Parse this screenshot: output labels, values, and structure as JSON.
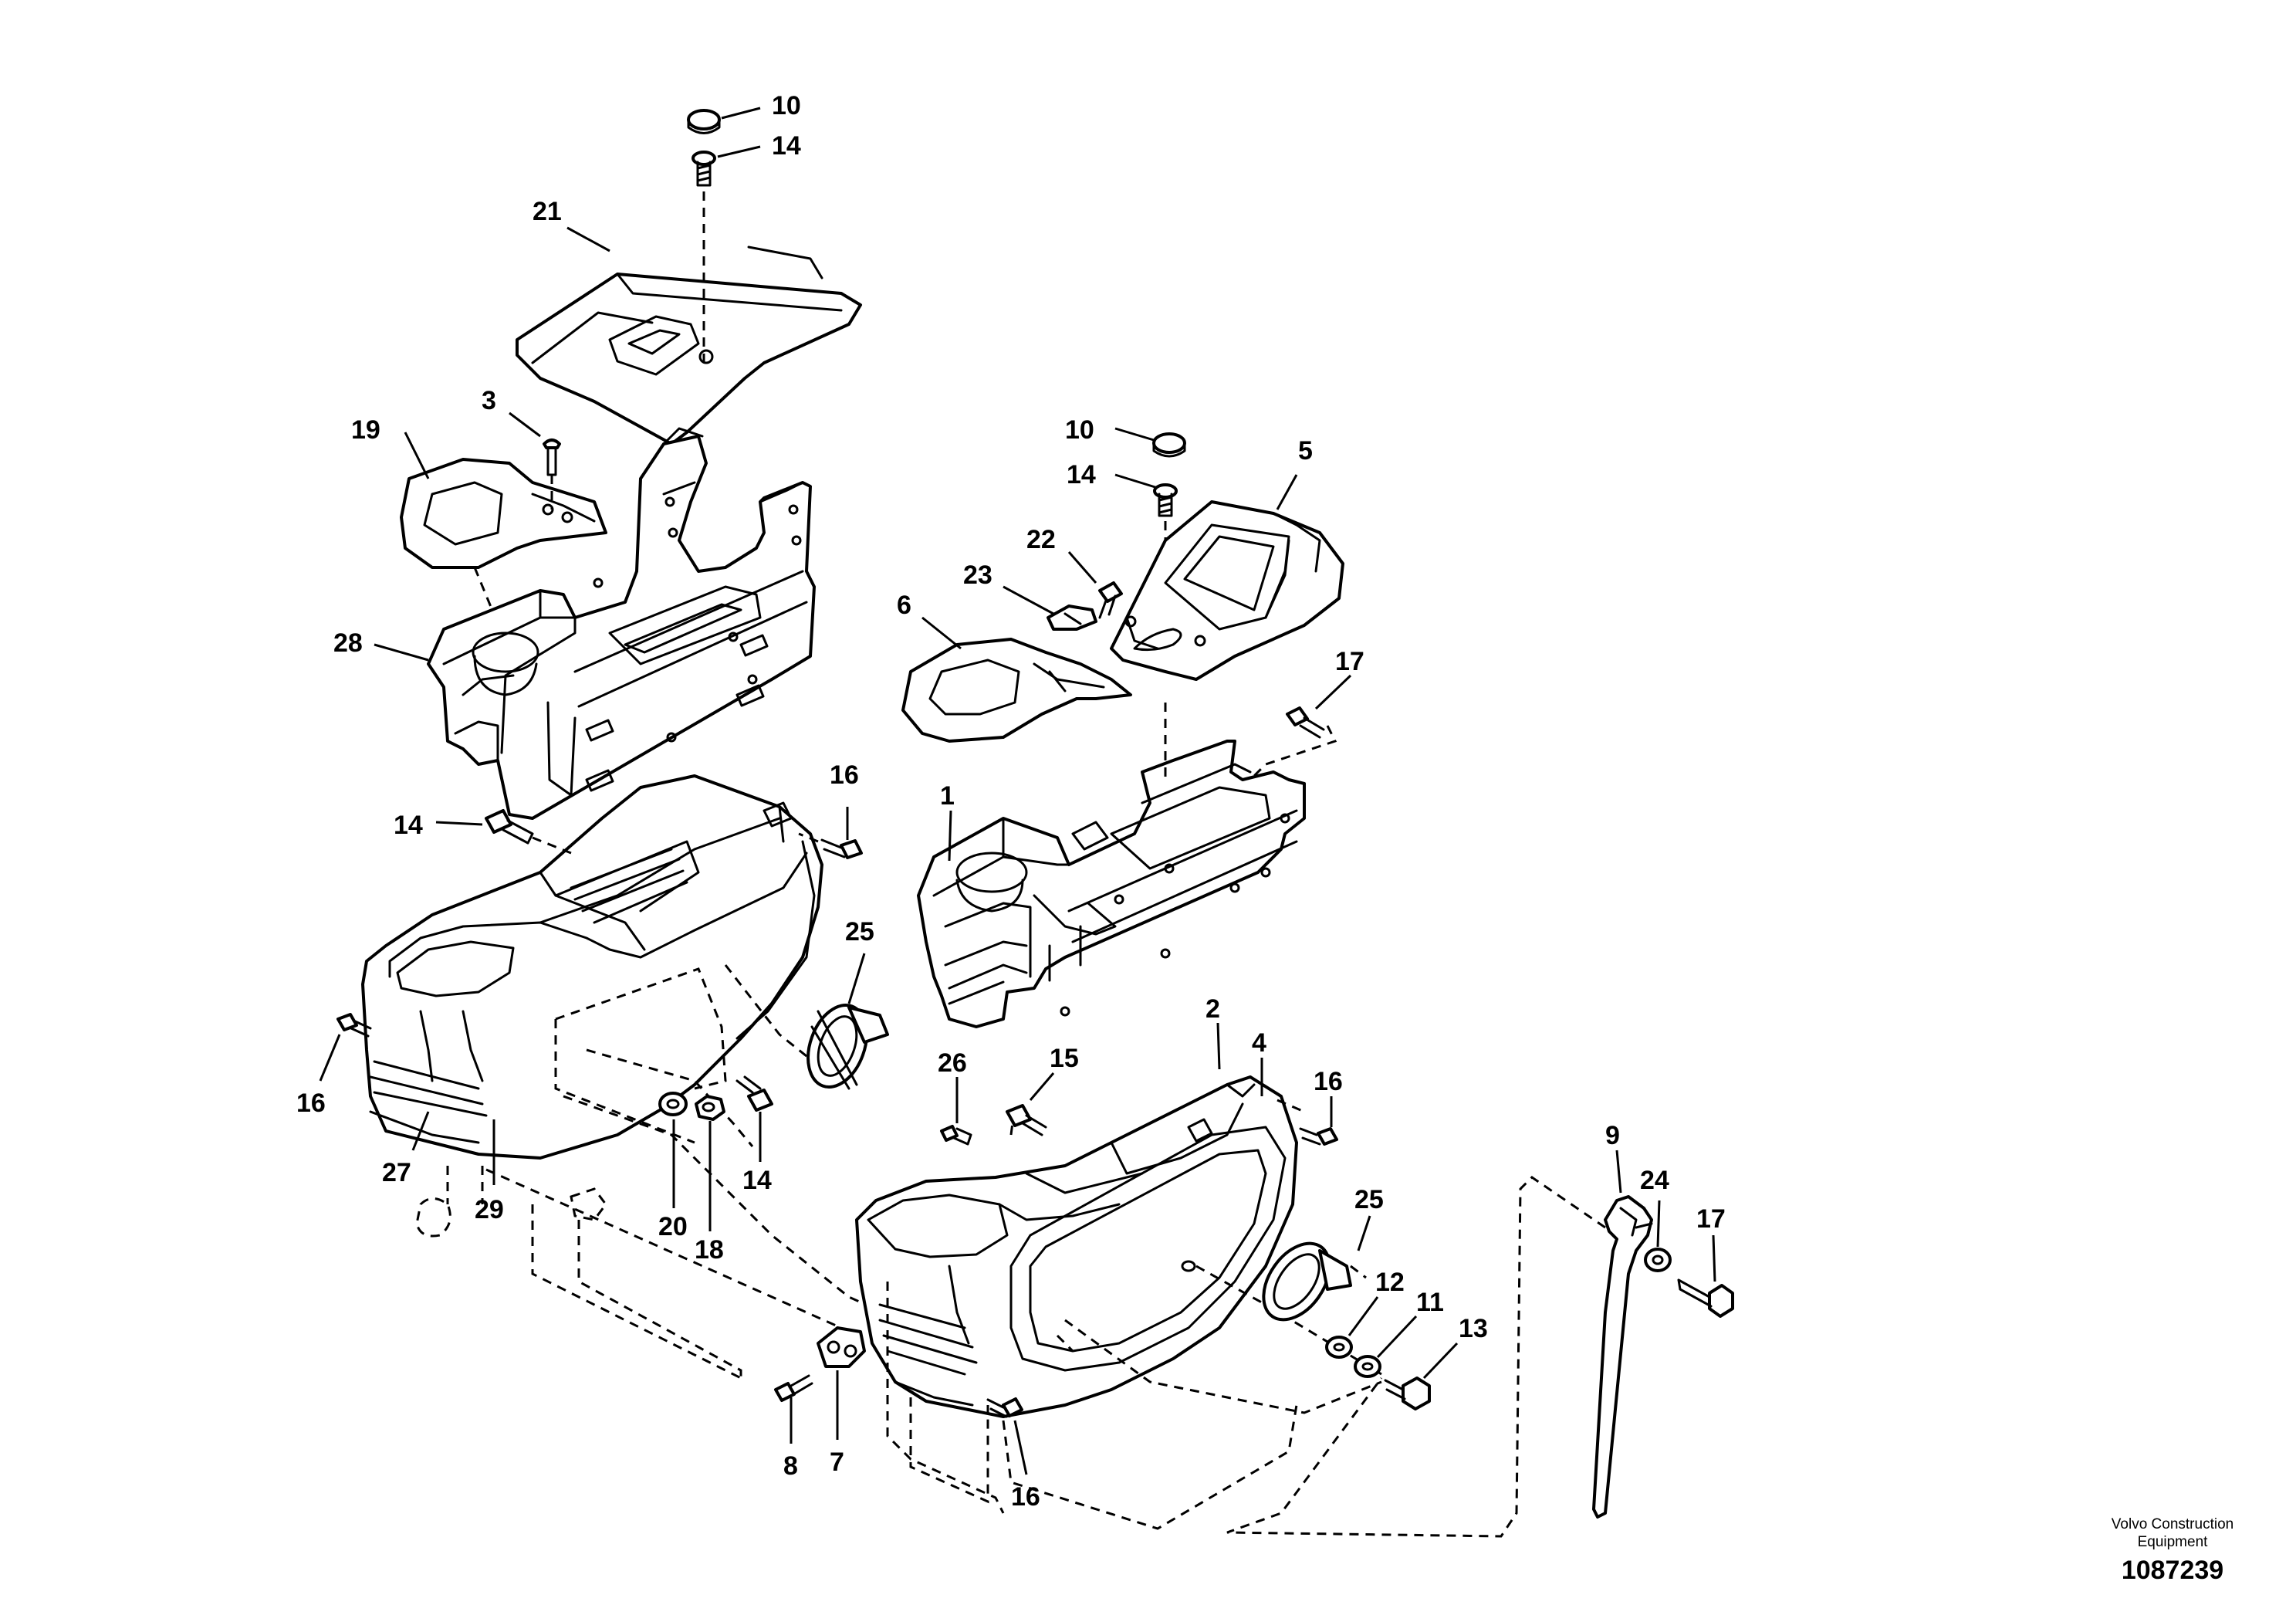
{
  "diagram": {
    "callouts": {
      "c10a": "10",
      "c14a": "14",
      "c21": "21",
      "c3": "3",
      "c19": "19",
      "c28": "28",
      "c10b": "10",
      "c14b": "14",
      "c5": "5",
      "c22": "22",
      "c23": "23",
      "c6": "6",
      "c17a": "17",
      "c14c": "14",
      "c16a": "16",
      "c1": "1",
      "c25a": "25",
      "c16b": "16",
      "c27": "27",
      "c29": "29",
      "c20": "20",
      "c18": "18",
      "c14d": "14",
      "c26": "26",
      "c15": "15",
      "c2": "2",
      "c4": "4",
      "c16c": "16",
      "c9": "9",
      "c24": "24",
      "c17b": "17",
      "c25b": "25",
      "c12": "12",
      "c11": "11",
      "c13": "13",
      "c8": "8",
      "c7": "7",
      "c16d": "16"
    }
  },
  "footer": {
    "company_line1": "Volvo Construction",
    "company_line2": "Equipment",
    "drawing_number": "1087239"
  }
}
